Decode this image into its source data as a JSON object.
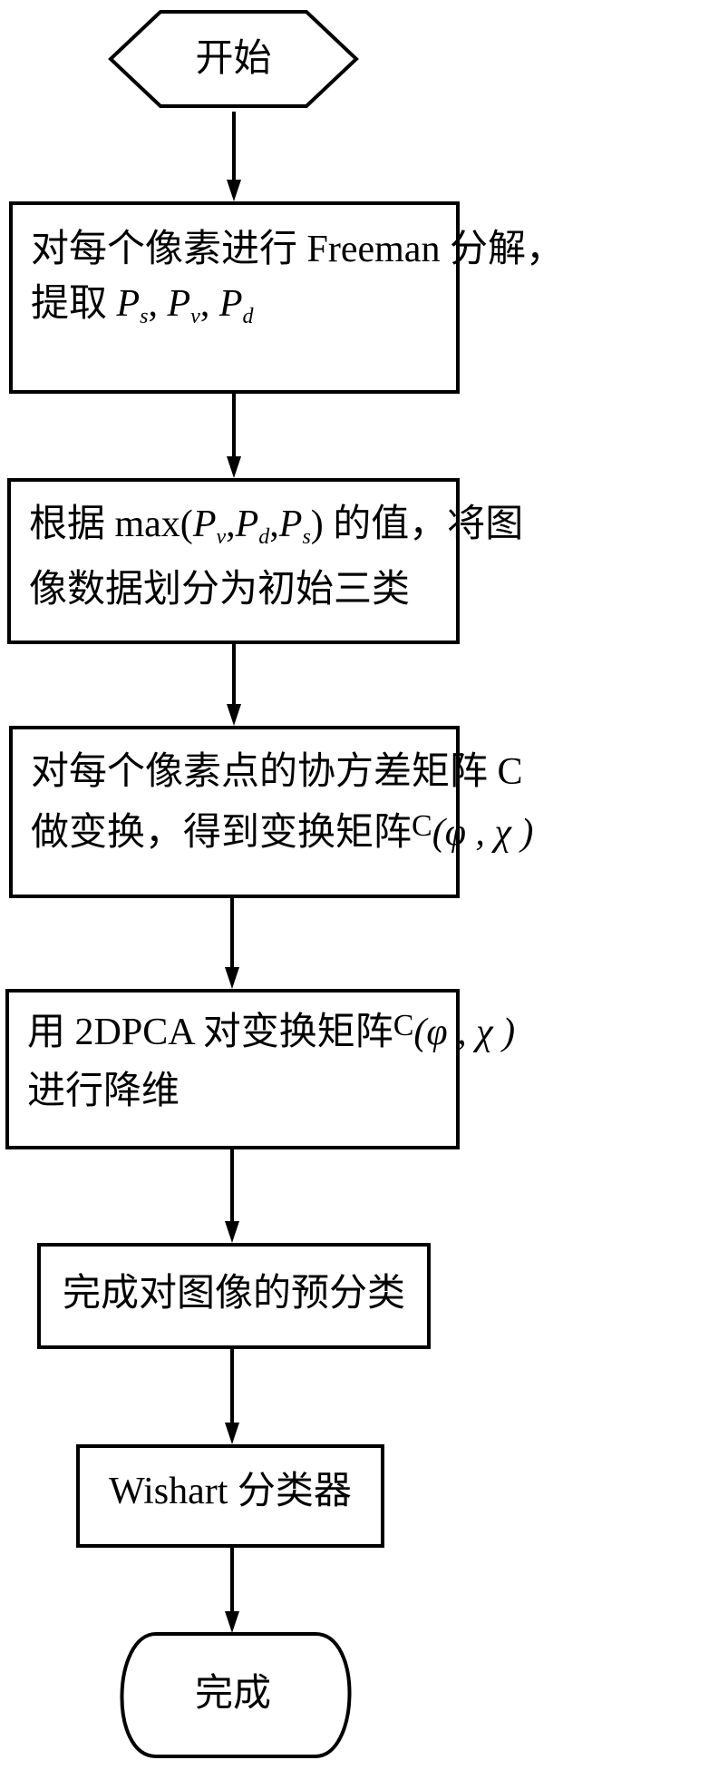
{
  "flowchart": {
    "start": {
      "label": "开始",
      "shape": "hexagon"
    },
    "steps": [
      {
        "id": "step1",
        "line1_prefix": "对每个像素进行 Freeman 分解，",
        "line2_prefix": "提取",
        "symbols": [
          "P",
          "s",
          "P",
          "v",
          "P",
          "d"
        ],
        "separator": ","
      },
      {
        "id": "step2",
        "line1_prefix": "根据 max(",
        "symbols": [
          "P",
          "v",
          "P",
          "d",
          "P",
          "s"
        ],
        "line1_suffix": ") 的值，将图",
        "line2": "像数据划分为初始三类"
      },
      {
        "id": "step3",
        "line1": "对每个像素点的协方差矩阵 C",
        "line2_prefix": "做变换，得到变换矩阵",
        "matrix_symbol": "C",
        "matrix_args": "(φ , χ )"
      },
      {
        "id": "step4",
        "line1_prefix": "用 2DPCA 对变换矩阵",
        "matrix_symbol": "C",
        "matrix_args": "(φ , χ )",
        "line2": "进行降维"
      },
      {
        "id": "step5",
        "label": "完成对图像的预分类"
      },
      {
        "id": "step6",
        "label": "Wishart 分类器"
      }
    ],
    "end": {
      "label": "完成",
      "shape": "terminal"
    },
    "colors": {
      "stroke": "#000000",
      "fill": "#ffffff",
      "text": "#000000"
    }
  }
}
